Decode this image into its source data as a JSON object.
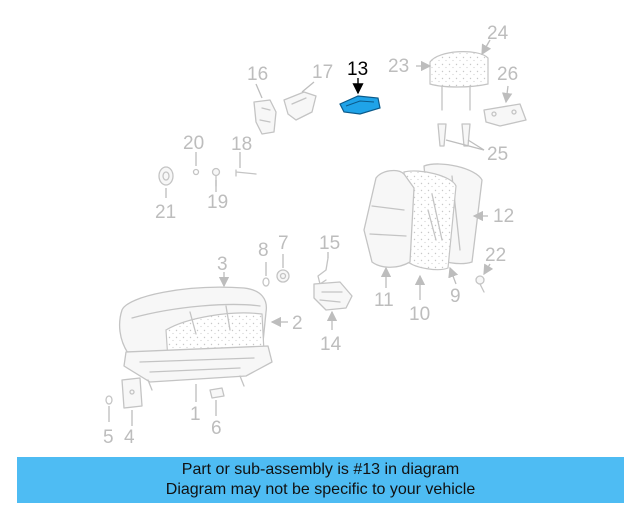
{
  "diagram": {
    "labels": {
      "l1": "1",
      "l2": "2",
      "l3": "3",
      "l4": "4",
      "l5": "5",
      "l6": "6",
      "l7": "7",
      "l8": "8",
      "l9": "9",
      "l10": "10",
      "l11": "11",
      "l12": "12",
      "l13": "13",
      "l14": "14",
      "l15": "15",
      "l16": "16",
      "l17": "17",
      "l18": "18",
      "l19": "19",
      "l20": "20",
      "l21": "21",
      "l22": "22",
      "l23": "23",
      "l24": "24",
      "l25": "25",
      "l26": "26"
    },
    "highlight_part": "13",
    "colors": {
      "highlight": "#1fa3e8",
      "parts": "#c4c4c4",
      "labels": "#bdbdbd",
      "banner": "#4ebcf3"
    }
  },
  "banner": {
    "line1": "Part or sub-assembly is #13 in diagram",
    "line2": "Diagram may not be specific to your vehicle"
  }
}
